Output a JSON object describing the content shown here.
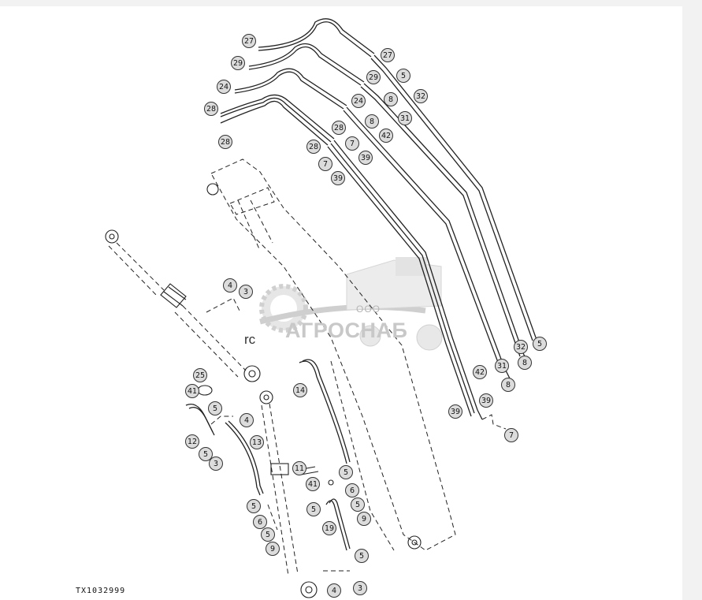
{
  "figure_id": "TX1032999",
  "watermark": {
    "company": "АГРОСНАБ",
    "prefix": "ООО"
  },
  "fragment_text": "rc",
  "callouts": [
    {
      "n": "27"
    },
    {
      "n": "29"
    },
    {
      "n": "24"
    },
    {
      "n": "28"
    },
    {
      "n": "28"
    },
    {
      "n": "27"
    },
    {
      "n": "5"
    },
    {
      "n": "29"
    },
    {
      "n": "32"
    },
    {
      "n": "24"
    },
    {
      "n": "8"
    },
    {
      "n": "8"
    },
    {
      "n": "31"
    },
    {
      "n": "28"
    },
    {
      "n": "42"
    },
    {
      "n": "28"
    },
    {
      "n": "7"
    },
    {
      "n": "39"
    },
    {
      "n": "7"
    },
    {
      "n": "39"
    },
    {
      "n": "4"
    },
    {
      "n": "3"
    },
    {
      "n": "32"
    },
    {
      "n": "5"
    },
    {
      "n": "8"
    },
    {
      "n": "42"
    },
    {
      "n": "31"
    },
    {
      "n": "8"
    },
    {
      "n": "39"
    },
    {
      "n": "39"
    },
    {
      "n": "7"
    },
    {
      "n": "25"
    },
    {
      "n": "41"
    },
    {
      "n": "5"
    },
    {
      "n": "4"
    },
    {
      "n": "12"
    },
    {
      "n": "13"
    },
    {
      "n": "5"
    },
    {
      "n": "3"
    },
    {
      "n": "14"
    },
    {
      "n": "11"
    },
    {
      "n": "41"
    },
    {
      "n": "5"
    },
    {
      "n": "6"
    },
    {
      "n": "5"
    },
    {
      "n": "9"
    },
    {
      "n": "5"
    },
    {
      "n": "6"
    },
    {
      "n": "5"
    },
    {
      "n": "9"
    },
    {
      "n": "5"
    },
    {
      "n": "19"
    },
    {
      "n": "5"
    },
    {
      "n": "4"
    },
    {
      "n": "3"
    }
  ]
}
